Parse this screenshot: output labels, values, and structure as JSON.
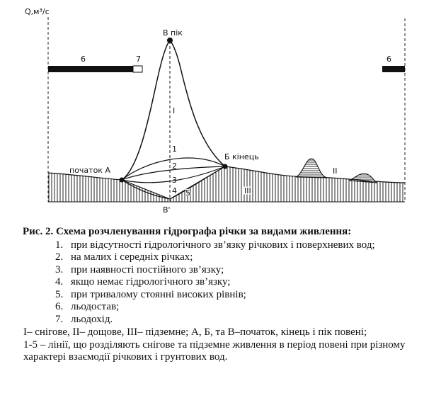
{
  "diagram": {
    "y_axis_label": "Q,м³/с",
    "labels": {
      "peak": "В пік",
      "start": "початок А",
      "end": "Б кінець",
      "b_prime": "В'",
      "zone_I": "I",
      "zone_II": "II",
      "zone_III": "III",
      "ice_left": "6",
      "ice_drift": "7",
      "ice_right": "6",
      "line_1": "1",
      "line_2": "2",
      "line_3": "3",
      "line_4": "4",
      "line_5": "5"
    }
  },
  "caption": {
    "title": "Рис. 2. Схема розчленування гідрографа річки за видами живлення:",
    "items": [
      {
        "num": "1.",
        "text": "при відсутності гідрологічного зв’язку річкових і поверхневих вод;"
      },
      {
        "num": "2.",
        "text": "на малих і середніх річках;"
      },
      {
        "num": "3.",
        "text": "при наявності постійного зв’язку;"
      },
      {
        "num": "4.",
        "text": "якщо немає гідрологічного зв’язку;"
      },
      {
        "num": "5.",
        "text": "при тривалому стоянні високих рівнів;"
      },
      {
        "num": "6.",
        "text": "льодостав;"
      },
      {
        "num": "7.",
        "text": "льодохід."
      }
    ],
    "notes": [
      "I– снігове, II– дощове, III– підземне; А, Б, та В–початок, кінець і пік повені;",
      "1-5 – лінії, що розділяють снігове та підземне живлення в період повені при різному характері взаємодії річкових і грунтових вод."
    ]
  }
}
